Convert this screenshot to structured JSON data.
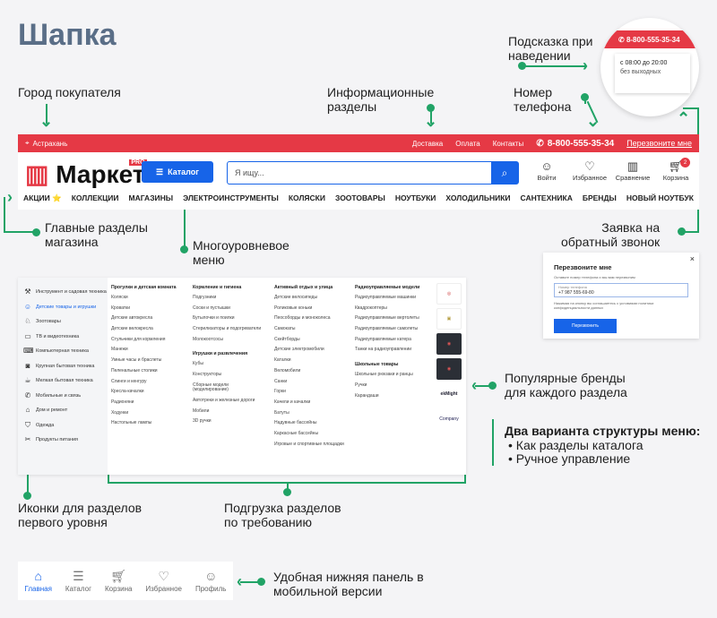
{
  "title": "Шапка",
  "annotations": {
    "city": "Город покупателя",
    "info": "Информационные\nразделы",
    "hint": "Подсказка при\nнаведении",
    "phone_ann": "Номер\nтелефона",
    "main_sections": "Главные разделы\nмагазина",
    "multilevel": "Многоуровневое\nменю",
    "callback_ann": "Заявка на\nобратный звонок",
    "brands_ann": "Популярные бренды\nдля каждого раздела",
    "variants_title": "Два варианта структуры меню:",
    "variant1": "• Как разделы каталога",
    "variant2": "• Ручное управление",
    "icons_ann": "Иконки для разделов\nпервого уровня",
    "lazy": "Подгрузка разделов\nпо требованию",
    "mobile": "Удобная нижняя панель в\nмобильной версии"
  },
  "topbar": {
    "city": "Астрахань",
    "links": [
      "Доставка",
      "Оплата",
      "Контакты"
    ],
    "phone": "8-800-555-35-34",
    "callback": "Перезвоните мне",
    "accent": "#e53945"
  },
  "header": {
    "logo": "Маркет",
    "logo_tag": "PRO",
    "catalog": "Каталог",
    "search_placeholder": "Я ищу...",
    "icons": [
      {
        "label": "Войти",
        "icon": "smile-icon"
      },
      {
        "label": "Избранное",
        "icon": "heart-icon"
      },
      {
        "label": "Сравнение",
        "icon": "chart-icon"
      },
      {
        "label": "Корзина",
        "icon": "cart-icon",
        "badge": "2"
      }
    ]
  },
  "nav": [
    "АКЦИИ ⭐",
    "КОЛЛЕКЦИИ",
    "МАГАЗИНЫ",
    "ЭЛЕКТРОИНСТРУМЕНТЫ",
    "КОЛЯСКИ",
    "ЗООТОВАРЫ",
    "НОУТБУКИ",
    "ХОЛОДИЛЬНИКИ",
    "САНТЕХНИКА",
    "БРЕНДЫ",
    "НОВЫЙ НОУТБУК"
  ],
  "popup": {
    "phone": "8-800-555-35-34",
    "hours": "с 08:00 до 20:00",
    "days": "без выходных",
    "cut": "Без выходных"
  },
  "callback_form": {
    "title": "Перезвоните мне",
    "subtitle": "Оставьте номер телефона и мы вам перезвоним",
    "input_label": "Номер телефона",
    "input_value": "+7 987 555-69-80",
    "consent": "Нажимая на кнопку вы соглашаетесь с условиями политики конфиденциальности данных",
    "button": "Перезвонить"
  },
  "mega": {
    "side": [
      "Инструмент и садовая техника",
      "Детские товары и игрушки",
      "Зоотовары",
      "ТВ и видеотехника",
      "Компьютерная техника",
      "Крупная бытовая техника",
      "Мелкая бытовая техника",
      "Мобильные и связь",
      "Дом и ремонт",
      "Одежда",
      "Продукты питания"
    ],
    "cols": [
      {
        "h": "Прогулки и детская комната",
        "items": [
          "Коляски",
          "Кроватки",
          "Детские автокресла",
          "Детские велокресла",
          "Стульчики для кормления",
          "Манежи",
          "Умные часы и браслеты",
          "Пеленальные столики",
          "Слинги и кенгуру",
          "Кресла-качалки",
          "Радионяни",
          "Ходунки",
          "Настольные лампы"
        ]
      },
      {
        "h": "Кормление и гигиена",
        "items": [
          "Подгузники",
          "Соски и пустышки",
          "Бутылочки и поилки",
          "Стерилизаторы и подогреватели",
          "Молокоотсосы"
        ],
        "h2": "Игрушки и развлечения",
        "items2": [
          "Кубы",
          "Конструкторы",
          "Сборные модели (моделирование)",
          "Автотреки и железные дороги",
          "Мобили",
          "3D ручки"
        ]
      },
      {
        "h": "Активный отдых и улица",
        "items": [
          "Детские велосипеды",
          "Роликовые коньки",
          "Пеособорды и моноколеса",
          "Самокаты",
          "Скейтборды",
          "Детские электромобили",
          "Каталки",
          "Веломобили",
          "Санки",
          "Горки",
          "Качели и качалки",
          "Батуты",
          "Надувные бассейны",
          "Каркасные бассейны",
          "Игровые и спортивные площадки"
        ]
      },
      {
        "h": "Радиоуправляемые модели",
        "items": [
          "Радиоуправляемые машинки",
          "Квадрокоптеры",
          "Радиоуправляемые вертолеты",
          "Радиоуправляемые самолеты",
          "Радиоуправляемые катера",
          "Танки на радиоуправлении"
        ],
        "h2": "Школьные товары",
        "items2": [
          "Школьные рюкзаки и ранцы",
          "Ручки",
          "Карандаши"
        ]
      }
    ],
    "brands": [
      "brand-1",
      "brand-2",
      "brand-3",
      "brand-4",
      "ekMight",
      "Company"
    ]
  },
  "bottom_nav": [
    {
      "label": "Главная",
      "icon": "home-icon"
    },
    {
      "label": "Каталог",
      "icon": "catalog-icon"
    },
    {
      "label": "Корзина",
      "icon": "cart-icon"
    },
    {
      "label": "Избранное",
      "icon": "heart-icon"
    },
    {
      "label": "Профиль",
      "icon": "smile-icon"
    }
  ]
}
